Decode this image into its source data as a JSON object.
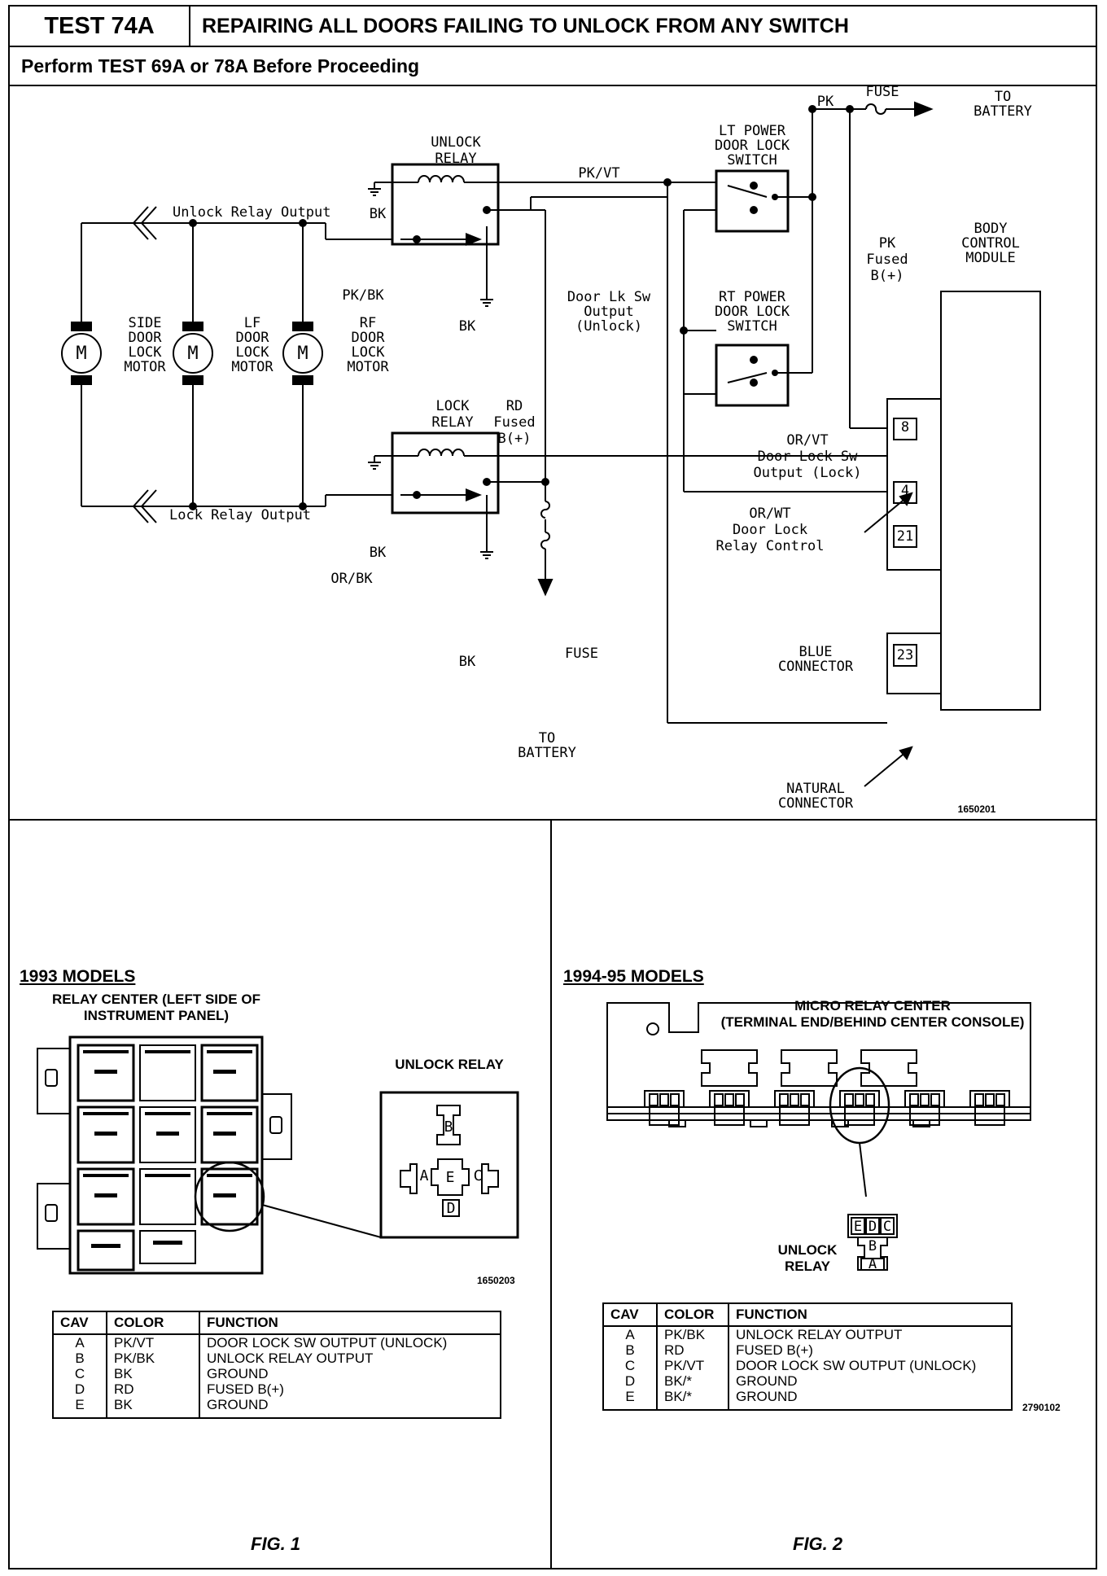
{
  "header": {
    "test_id": "TEST 74A",
    "title": "REPAIRING ALL DOORS FAILING TO UNLOCK FROM ANY SWITCH",
    "subtitle": "Perform TEST 69A or 78A Before Proceeding"
  },
  "schematic": {
    "code": "1650201",
    "labels": {
      "unlock_relay": [
        "UNLOCK",
        "RELAY"
      ],
      "lock_relay": [
        "LOCK",
        "RELAY"
      ],
      "unlock_relay_output": "Unlock Relay Output",
      "lock_relay_output": "Lock Relay Output",
      "side_motor": [
        "SIDE",
        "DOOR",
        "LOCK",
        "MOTOR"
      ],
      "lf_motor": [
        "LF",
        "DOOR",
        "LOCK",
        "MOTOR"
      ],
      "rf_motor": [
        "RF",
        "DOOR",
        "LOCK",
        "MOTOR"
      ],
      "motor_symbol": "M",
      "lt_switch": [
        "LT POWER",
        "DOOR LOCK",
        "SWITCH"
      ],
      "rt_switch": [
        "RT POWER",
        "DOOR LOCK",
        "SWITCH"
      ],
      "bcm": [
        "BODY",
        "CONTROL",
        "MODULE"
      ],
      "fuse_top": "FUSE",
      "fuse_bottom": "FUSE",
      "to_battery_top": [
        "TO",
        "BATTERY"
      ],
      "to_battery_bottom": [
        "TO",
        "BATTERY"
      ],
      "door_lk_sw_unlock": [
        "Door Lk Sw",
        "Output",
        "(Unlock)"
      ],
      "rd_fused": [
        "RD",
        "Fused",
        "B(+)"
      ],
      "pk_fused": [
        "PK",
        "Fused",
        "B(+)"
      ],
      "or_vt": [
        "OR/VT",
        "Door Lock Sw",
        "Output (Lock)"
      ],
      "or_wt": [
        "OR/WT",
        "Door Lock",
        "Relay Control"
      ],
      "blue_connector": [
        "BLUE",
        "CONNECTOR"
      ],
      "natural_connector": [
        "NATURAL",
        "CONNECTOR"
      ]
    },
    "wires": {
      "bk": "BK",
      "pk": "PK",
      "pk_vt": "PK/VT",
      "pk_bk": "PK/BK",
      "or_bk": "OR/BK"
    },
    "pins": [
      "8",
      "4",
      "21",
      "23"
    ]
  },
  "fig1": {
    "title": "1993 MODELS",
    "subtitle": [
      "RELAY CENTER (LEFT SIDE OF",
      "INSTRUMENT PANEL)"
    ],
    "unlock_relay_label": "UNLOCK RELAY",
    "pins": [
      "A",
      "B",
      "C",
      "D",
      "E"
    ],
    "code": "1650203",
    "fig_label": "FIG. 1",
    "table": {
      "headers": [
        "CAV",
        "COLOR",
        "FUNCTION"
      ],
      "rows": [
        [
          "A",
          "PK/VT",
          "DOOR LOCK SW OUTPUT (UNLOCK)"
        ],
        [
          "B",
          "PK/BK",
          "UNLOCK RELAY OUTPUT"
        ],
        [
          "C",
          "BK",
          "GROUND"
        ],
        [
          "D",
          "RD",
          "FUSED B(+)"
        ],
        [
          "E",
          "BK",
          "GROUND"
        ]
      ]
    }
  },
  "fig2": {
    "title": "1994-95 MODELS",
    "subtitle": [
      "MICRO RELAY CENTER",
      "(TERMINAL END/BEHIND CENTER CONSOLE)"
    ],
    "unlock_relay_label": [
      "UNLOCK",
      "RELAY"
    ],
    "pins": [
      "E",
      "D",
      "C",
      "B",
      "A"
    ],
    "code": "2790102",
    "fig_label": "FIG. 2",
    "table": {
      "headers": [
        "CAV",
        "COLOR",
        "FUNCTION"
      ],
      "rows": [
        [
          "A",
          "PK/BK",
          "UNLOCK RELAY OUTPUT"
        ],
        [
          "B",
          "RD",
          "FUSED B(+)"
        ],
        [
          "C",
          "PK/VT",
          "DOOR LOCK SW OUTPUT (UNLOCK)"
        ],
        [
          "D",
          "BK/*",
          "GROUND"
        ],
        [
          "E",
          "BK/*",
          "GROUND"
        ]
      ]
    }
  }
}
